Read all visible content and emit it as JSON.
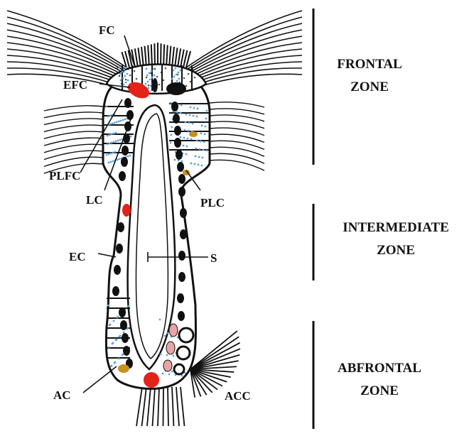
{
  "diagram": {
    "labels": {
      "fc": "FC",
      "efc": "EFC",
      "plfc": "PLFC",
      "lc": "LC",
      "plc": "PLC",
      "ec": "EC",
      "s": "S",
      "ac": "AC",
      "acc": "ACC"
    },
    "zones": {
      "frontal": [
        "FRONTAL",
        "ZONE"
      ],
      "intermediate": [
        "INTERMEDIATE",
        "ZONE"
      ],
      "abfrontal": [
        "ABFRONTAL",
        "ZONE"
      ]
    },
    "colors": {
      "ink": "#111111",
      "red_cell": "#e2231a",
      "pink_cell": "#e8a5a8",
      "ochre_cell": "#c9901e",
      "blue_dots": "#5aa0d8"
    }
  }
}
